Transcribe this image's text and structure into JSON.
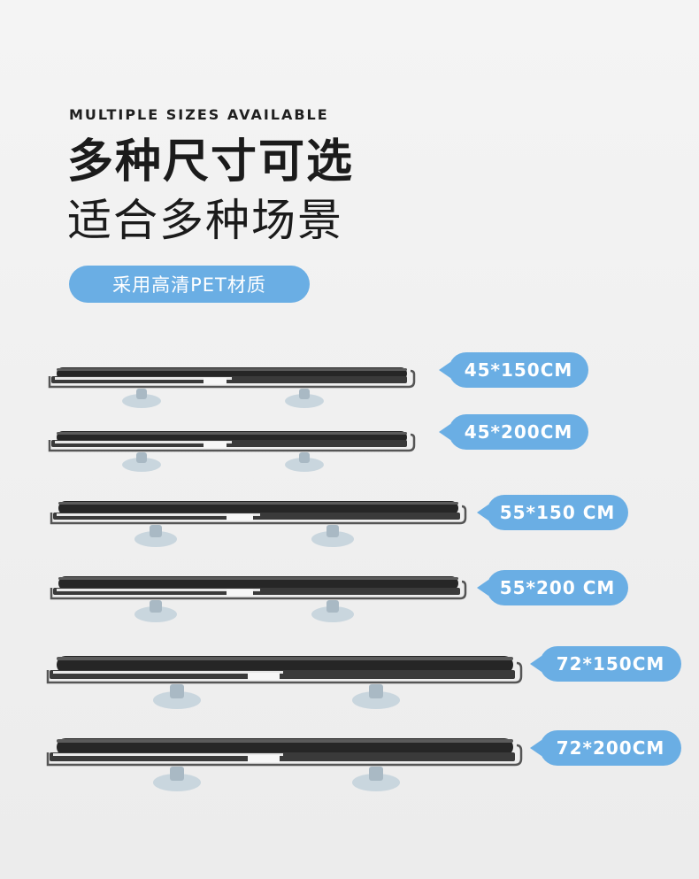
{
  "header": {
    "eyebrow": "MULTIPLE SIZES AVAILABLE",
    "title_line1": "多种尺寸可选",
    "title_line2": "适合多种场景",
    "material_pill": "采用高清PET材质"
  },
  "colors": {
    "accent": "#6aaee4",
    "roller": "#222222",
    "suction_cup": "#c9d6de"
  },
  "sizes": [
    {
      "label": "45*150CM"
    },
    {
      "label": "45*200CM"
    },
    {
      "label": "55*150 CM"
    },
    {
      "label": "55*200 CM"
    },
    {
      "label": "72*150CM"
    },
    {
      "label": "72*200CM"
    }
  ]
}
